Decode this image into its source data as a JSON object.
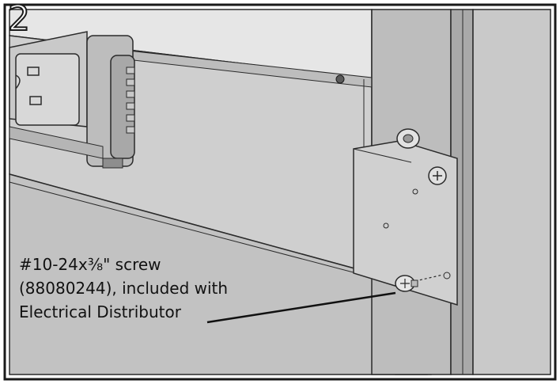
{
  "figure": {
    "step_number": "2",
    "callout": {
      "line1": "#10-24x⅜\" screw",
      "line2": "(88080244), included with",
      "line3": "Electrical Distributor"
    },
    "colors": {
      "frame": "#1a1a1a",
      "panel_light": "#d9d9d9",
      "panel_mid": "#c4c4c4",
      "panel_dark": "#9a9a9a",
      "edge": "#2a2a2a"
    }
  }
}
